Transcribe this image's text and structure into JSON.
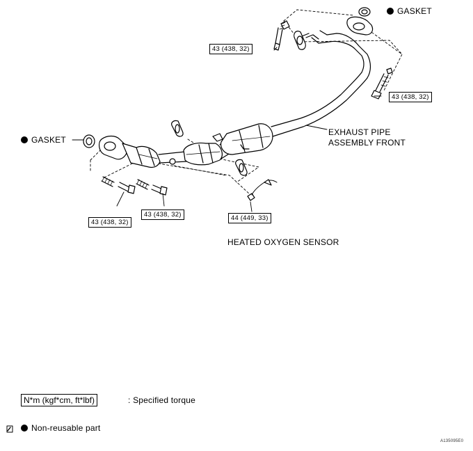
{
  "labels": {
    "gasket_top": "GASKET",
    "gasket_left": "GASKET",
    "exhaust_pipe": "EXHAUST PIPE\nASSEMBLY FRONT",
    "oxygen_sensor": "HEATED OXYGEN SENSOR"
  },
  "torques": {
    "top_left_bolt": "43 (438, 32)",
    "top_right_bolt": "43 (438, 32)",
    "lower_left_bolt": "43 (438, 32)",
    "lower_mid_bolt": "43 (438, 32)",
    "sensor": "44 (449, 33)"
  },
  "legend": {
    "torque_unit": "N*m (kgf*cm, ft*lbf)",
    "torque_desc": ": Specified torque",
    "nonreusable": "Non-reusable part"
  },
  "figure_code": "A135095E0"
}
